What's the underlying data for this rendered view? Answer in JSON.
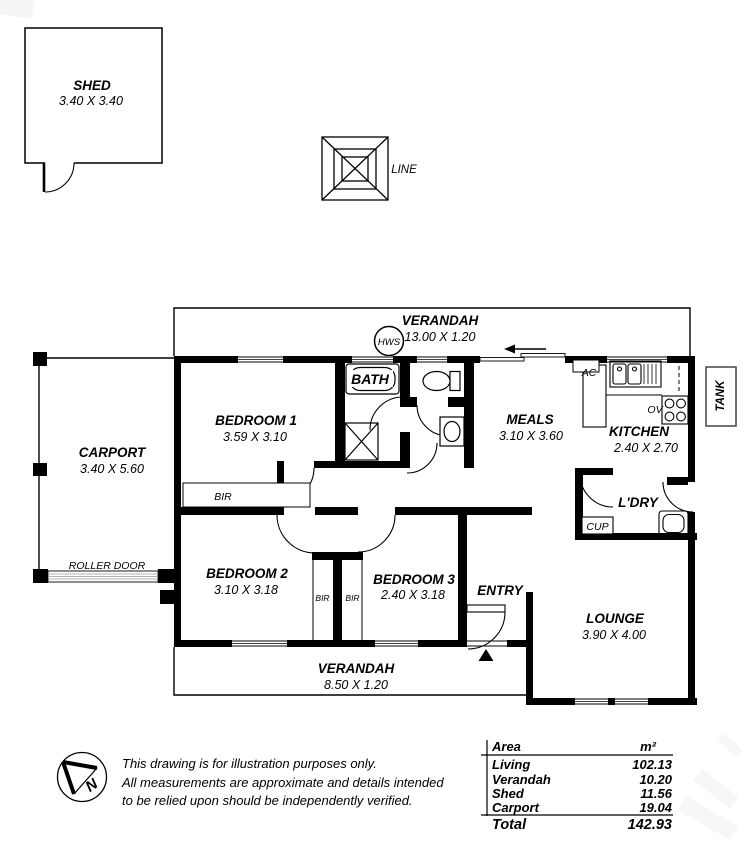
{
  "shed": {
    "name": "SHED",
    "dims": "3.40 X 3.40"
  },
  "clothes_line": {
    "label": "LINE"
  },
  "tank": {
    "label": "TANK"
  },
  "north": {
    "label": "N"
  },
  "verandah_top": {
    "name": "VERANDAH",
    "dims": "13.00 X 1.20"
  },
  "verandah_bottom": {
    "name": "VERANDAH",
    "dims": "8.50 X 1.20"
  },
  "carport": {
    "name": "CARPORT",
    "dims": "3.40 X 5.60",
    "roller_door": "ROLLER DOOR"
  },
  "rooms": {
    "bedroom1": {
      "name": "BEDROOM 1",
      "dims": "3.59 X 3.10"
    },
    "bedroom2": {
      "name": "BEDROOM 2",
      "dims": "3.10 X 3.18"
    },
    "bedroom3": {
      "name": "BEDROOM 3",
      "dims": "2.40 X 3.18"
    },
    "bath": {
      "name": "BATH"
    },
    "meals": {
      "name": "MEALS",
      "dims": "3.10 X 3.60"
    },
    "kitchen": {
      "name": "KITCHEN",
      "dims": "2.40 X  2.70"
    },
    "laundry": {
      "name": "L'DRY"
    },
    "entry": {
      "name": "ENTRY"
    },
    "lounge": {
      "name": "LOUNGE",
      "dims": "3.90 X 4.00"
    }
  },
  "labels": {
    "hws": "HWS",
    "ac": "AC",
    "ov": "OV",
    "cup": "CUP",
    "bir": "BIR"
  },
  "disclaimer": [
    "This drawing is for illustration purposes only.",
    "All measurements are approximate and details intended",
    "to be relied upon should be independently verified."
  ],
  "area_table": {
    "header": {
      "label": "Area",
      "unit": "m²"
    },
    "rows": [
      {
        "label": "Living",
        "value": "102.13"
      },
      {
        "label": "Verandah",
        "value": "10.20"
      },
      {
        "label": "Shed",
        "value": "11.56"
      },
      {
        "label": "Carport",
        "value": "19.04"
      }
    ],
    "total": {
      "label": "Total",
      "value": "142.93"
    }
  }
}
